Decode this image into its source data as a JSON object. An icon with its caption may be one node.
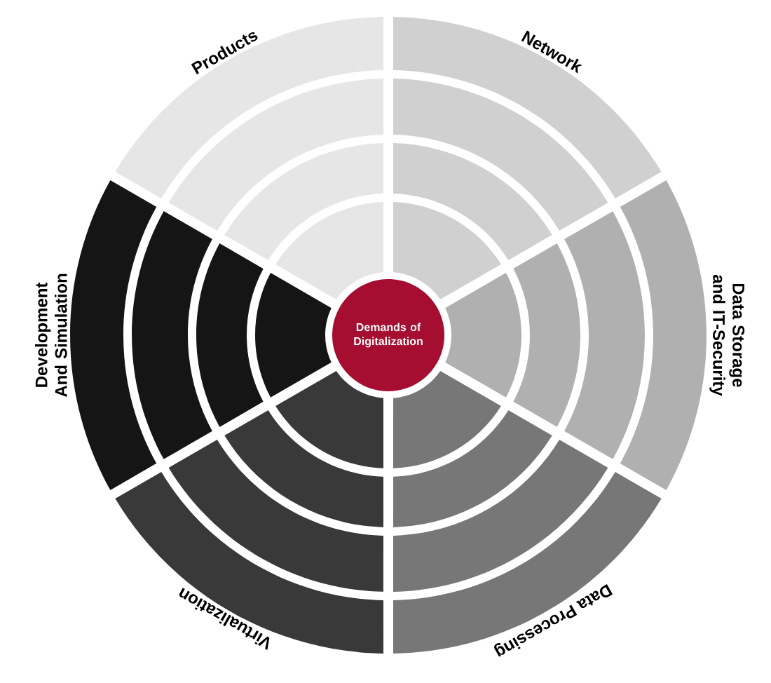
{
  "diagram": {
    "nodes": [
      {
        "text": [
          "Demands of Digitalization"
        ]
      },
      {
        "text": [
          "Products"
        ]
      },
      {
        "text": [
          "Network"
        ]
      },
      {
        "text": [
          "Data Storage and IT-Security"
        ]
      },
      {
        "text": [
          "Data Processing"
        ]
      },
      {
        "text": [
          "Virtualization"
        ]
      },
      {
        "text": [
          "Development And Simulation"
        ]
      }
    ]
  }
}
